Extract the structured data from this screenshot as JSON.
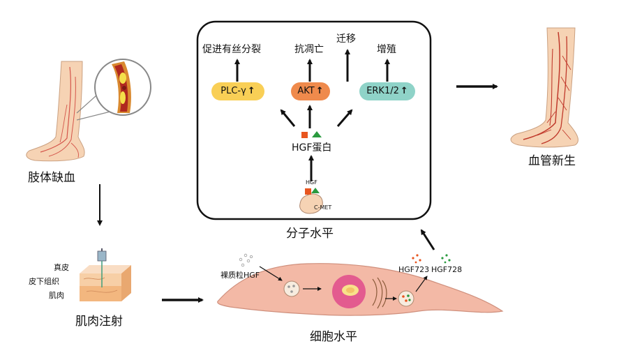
{
  "molecular": {
    "outcomes": {
      "proliferation": "促进有丝分裂",
      "anti_apoptosis": "抗凋亡",
      "migration": "迁移",
      "growth": "增殖"
    },
    "pathways": {
      "plc": "PLC-γ",
      "akt": "AKT",
      "erk": "ERK1/2"
    },
    "up_arrow": "↑",
    "hgf_protein": "HGF蛋白",
    "receptor_ligand": "HGF",
    "receptor": "C-MET",
    "level_label": "分子水平"
  },
  "limb_ischemia": "肢体缺血",
  "angiogenesis": "血管新生",
  "injection": {
    "layers": [
      "真皮",
      "皮下组织",
      "肌肉"
    ],
    "label": "肌肉注射"
  },
  "cell": {
    "plasmid": "裸质粒HGF",
    "isoforms": [
      "HGF723",
      "HGF728"
    ],
    "level_label": "细胞水平"
  },
  "colors": {
    "plc": "#f9cf56",
    "akt": "#ef8a4c",
    "erk": "#8fd3c8",
    "skin": "#f6d3b4",
    "vessel": "#c0392b",
    "cell": "#f3b9a6",
    "nucleus": "#e35b8f"
  }
}
